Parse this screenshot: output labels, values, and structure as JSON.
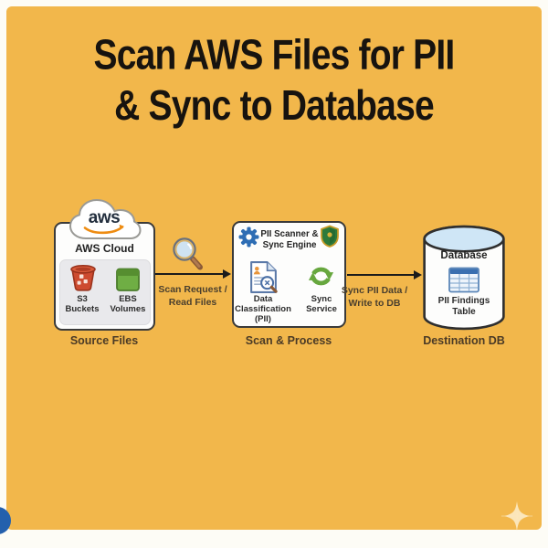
{
  "title": {
    "line1": "Scan AWS Files for PII",
    "line2": "& Sync to Database"
  },
  "colors": {
    "canvas": "#f2b74b",
    "frame": "#fdfcf6",
    "box_border": "#3a3a3a",
    "box_fill": "#fdfdfc",
    "panel_fill": "#e9e9ec",
    "arrow": "#1b1b1b",
    "caption_text": "#4a3a26",
    "s3_red": "#cd4b30",
    "ebs_green": "#6fae44",
    "gear_blue": "#2e6db4",
    "shield_green": "#2d7a3a",
    "sync_green": "#67a73e",
    "db_top_blue": "#cfe6f6",
    "table_blue": "#3a6fb0",
    "sparkle": "#fce9c2",
    "logo_blue": "#2460ad"
  },
  "source": {
    "cloud_logo": "aws",
    "box_title": "AWS Cloud",
    "item1_label": "S3 Buckets",
    "item2_label": "EBS Volumes",
    "caption": "Source Files"
  },
  "arrow1": {
    "line1": "Scan Request /",
    "line2": "Read Files"
  },
  "process": {
    "title_line1": "PII Scanner &",
    "title_line2": "Sync Engine",
    "item1_label": "Data Classification (PII)",
    "item2_label": "Sync Service",
    "caption": "Scan & Process"
  },
  "arrow2": {
    "line1": "Sync PII Data /",
    "line2": "Write to DB"
  },
  "destination": {
    "box_title": "Database",
    "item_label": "PII Findings Table",
    "caption": "Destination DB"
  }
}
